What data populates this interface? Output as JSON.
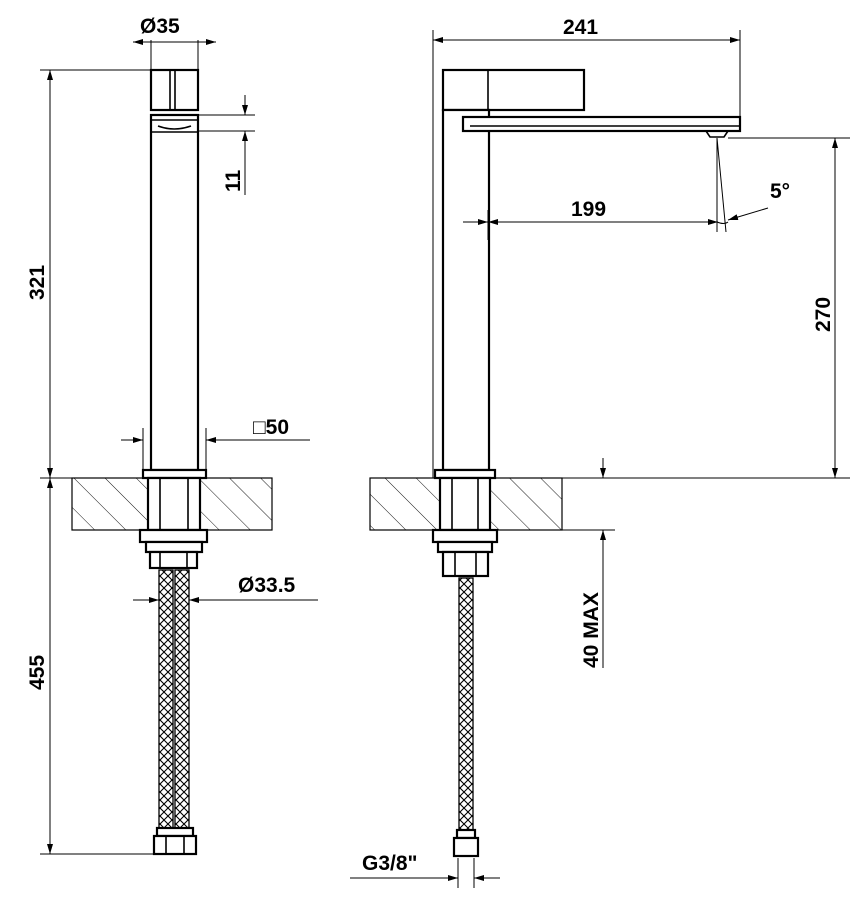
{
  "dimensions": {
    "top_diameter": "Ø35",
    "total_height": "321",
    "aerator_height": "11",
    "square_base": "□50",
    "hose_diameter": "Ø33.5",
    "hose_length": "455",
    "total_reach": "241",
    "spout_reach": "199",
    "spout_angle": "5°",
    "spout_height": "270",
    "max_deck_thickness": "40 MAX",
    "connection_thread": "G3/8\""
  }
}
